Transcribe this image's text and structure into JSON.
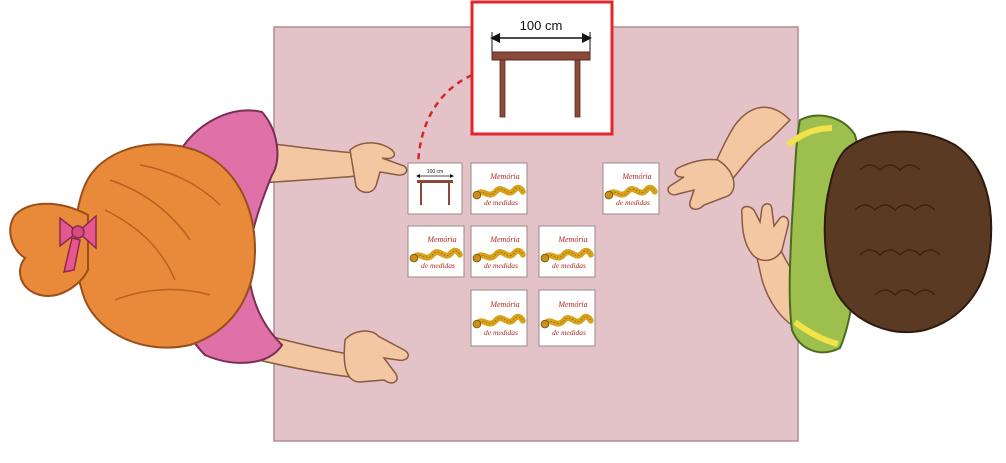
{
  "zoom_inset": {
    "dimension_label": "100 cm"
  },
  "table_card": {
    "dimension_label": "100 cm"
  },
  "memory_card": {
    "line1": "Memória",
    "line2": "de medidas"
  },
  "colors": {
    "table_top": "#e4c3c8",
    "table_edge": "#b38a92",
    "inset_border": "#e3262b",
    "dashed_connector": "#d7262b",
    "furniture_brown": "#8a4a3a",
    "girl_shirt": "#e070a8",
    "girl_hair": "#e88a3a",
    "bow": "#e6568f",
    "boy_shirt": "#9cbf4e",
    "boy_trim": "#f2e34a",
    "boy_hair": "#5b3a24",
    "skin": "#f2c7a2",
    "tape_measure": "#d8a21c"
  },
  "icons": {
    "ribbon": "tape-measure-ribbon-icon",
    "mini_table": "small-table-icon"
  }
}
